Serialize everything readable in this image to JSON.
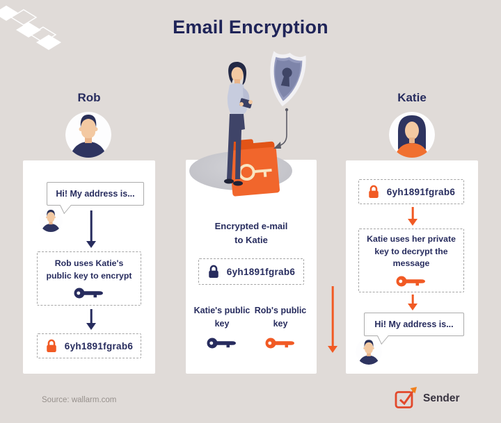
{
  "title": "Email Encryption",
  "rob": {
    "name": "Rob",
    "bubble_text": "Hi! My address is...",
    "encrypt_step": "Rob uses Katie's public key to encrypt",
    "ciphertext": "6yh1891fgrab6"
  },
  "center": {
    "heading": "Encrypted e-mail to Katie",
    "ciphertext": "6yh1891fgrab6",
    "katie_key_label": "Katie's public key",
    "rob_key_label": "Rob's public key"
  },
  "katie": {
    "name": "Katie",
    "ciphertext": "6yh1891fgrab6",
    "decrypt_step": "Katie uses her private key to decrypt the message",
    "bubble_text": "Hi! My address is..."
  },
  "footer": {
    "source": "Source: wallarm.com",
    "brand": "Sender"
  },
  "icons": {
    "lock-icon": "padlock",
    "key-icon": "key",
    "arrow-down-icon": "↓",
    "shield-icon": "shield with keyhole",
    "folder-icon": "folder with key",
    "sender-logo-icon": "envelope with checkmark and up-right arrow",
    "diamond-pattern-icon": "chain of diamonds"
  },
  "colors": {
    "background": "#E0DBD8",
    "card": "#FFFFFF",
    "navy": "#272C5E",
    "orange": "#F15A24",
    "dashed_border": "#A5A5A5",
    "shield": "#959BBE",
    "source_text": "#97918D"
  }
}
